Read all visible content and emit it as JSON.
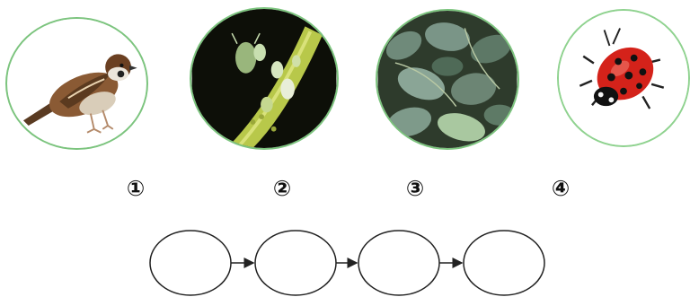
{
  "items": [
    {
      "number": "①",
      "icon": "sparrow-photo"
    },
    {
      "number": "②",
      "icon": "aphids-on-stem-photo"
    },
    {
      "number": "③",
      "icon": "green-plant-leaves-photo"
    },
    {
      "number": "④",
      "icon": "ladybug-photo"
    }
  ],
  "chain": {
    "boxes": [
      "",
      "",
      "",
      ""
    ],
    "arrow_count": 3
  },
  "colors": {
    "photo_border": "#7cc47e",
    "stroke": "#222222"
  }
}
